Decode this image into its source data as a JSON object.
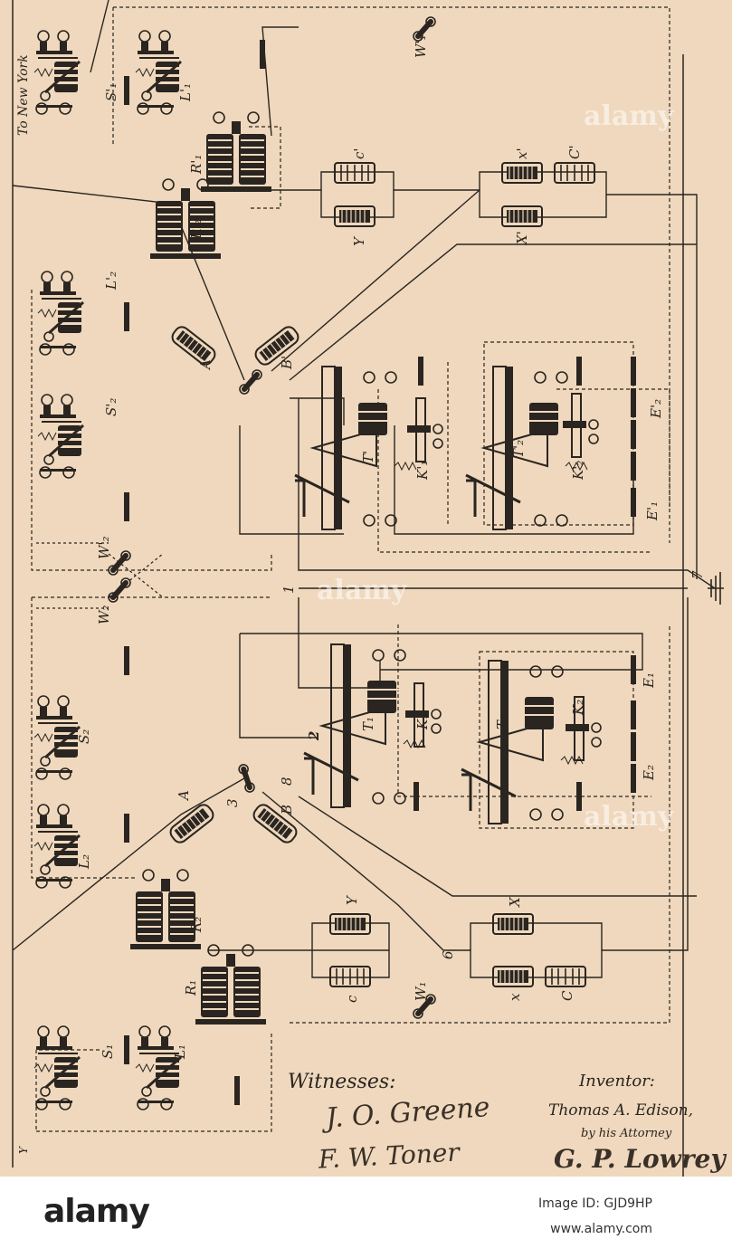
{
  "destination": "To New York",
  "edge_mark": "Y",
  "labels": {
    "S1p": "S'₁",
    "L1p": "L'₁",
    "R1p": "R'₁",
    "R2p": "R'₂",
    "cp": "c'",
    "Yp": "Y",
    "xp": "x'",
    "Cp": "C'",
    "Xp": "X'",
    "L2p": "L'₂",
    "S2p": "S'₂",
    "Ap": "A'",
    "Bp": "B'",
    "Tp": "T'",
    "T2p": "T'₂",
    "K1p": "K'₁",
    "K2p": "K'₂",
    "E2p": "E'₂",
    "E1p": "E'₁",
    "W1p": "W'₁",
    "W2p": "W'₂",
    "W2": "W₂",
    "one": "1",
    "seven": "7",
    "T1": "T₁",
    "K1": "K₁",
    "T2": "T₂",
    "K2": "K₂",
    "E1": "E₁",
    "E2": "E₂",
    "S2": "S₂",
    "L2": "L₂",
    "A": "A",
    "B": "B",
    "three": "3",
    "two": "2",
    "eight": "8",
    "R2": "R₂",
    "R1": "R₁",
    "Y": "Y",
    "c": "c",
    "X": "X",
    "x": "x",
    "C": "C",
    "six": "6",
    "W1": "W₁",
    "S1": "S₁",
    "L1": "L₁"
  },
  "witnesses": {
    "heading": "Witnesses:",
    "sig1": "J. O. Greene",
    "sig2": "F. W. Toner"
  },
  "inventor": {
    "heading": "Inventor:",
    "name": "Thomas A. Edison,",
    "by": "by his Attorney",
    "attorney": "G. P. Lowrey"
  },
  "footer": {
    "logo": "alamy",
    "image_id": "Image ID: GJD9HP",
    "url": "www.alamy.com"
  },
  "watermark": "alamy",
  "colors": {
    "paper": "#efd8bd",
    "ink": "#2a2520",
    "footer_bg": "#ffffff"
  }
}
